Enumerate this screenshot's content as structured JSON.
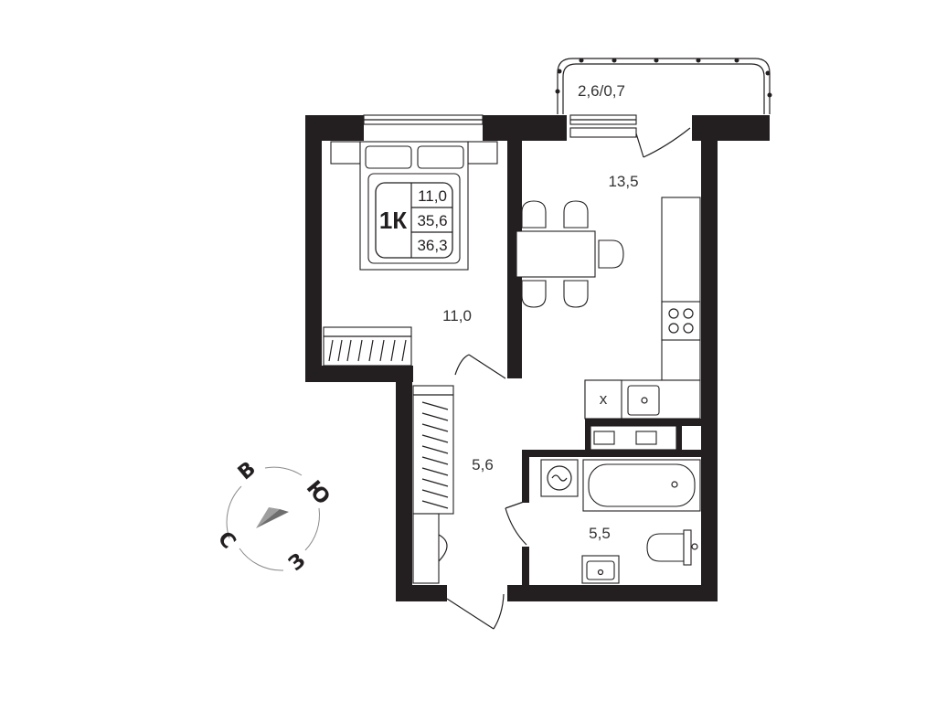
{
  "badge": {
    "type": "1К",
    "living_area": "11,0",
    "total_area": "35,6",
    "total_with_balcony": "36,3"
  },
  "rooms": {
    "balcony": "2,6/0,7",
    "kitchen_living": "13,5",
    "bedroom": "11,0",
    "hallway": "5,6",
    "bathroom": "5,5"
  },
  "compass": {
    "north": "С",
    "east": "В",
    "south": "Ю",
    "west": "З"
  },
  "appliance_marks": {
    "washer_cross": "x"
  }
}
